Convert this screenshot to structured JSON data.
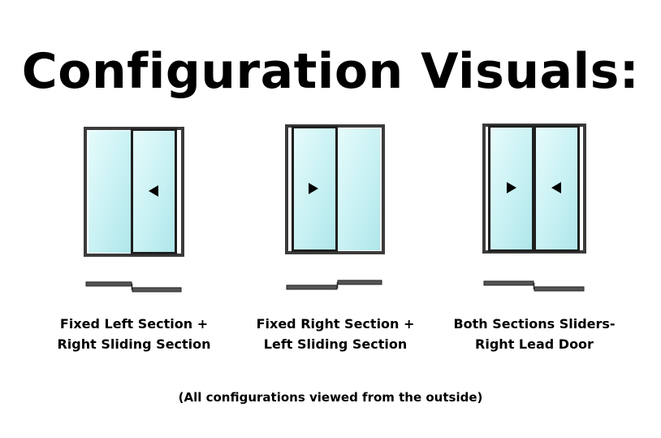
{
  "title": "Configuration Visuals:",
  "colors": {
    "frame": "#3b3b3b",
    "glass_light": "#e6fbfb",
    "glass_dark": "#aee6ea",
    "arrow": "#000000"
  },
  "configurations": [
    {
      "caption_line1": "Fixed Left Section +",
      "caption_line2": "Right Sliding Section",
      "sliding_arrows": [
        "left"
      ]
    },
    {
      "caption_line1": "Fixed Right Section +",
      "caption_line2": "Left Sliding Section",
      "sliding_arrows": [
        "right"
      ]
    },
    {
      "caption_line1": "Both Sections Sliders-",
      "caption_line2": "Right Lead Door",
      "sliding_arrows": [
        "right",
        "left"
      ]
    }
  ],
  "footnote": "(All configurations viewed from the outside)"
}
